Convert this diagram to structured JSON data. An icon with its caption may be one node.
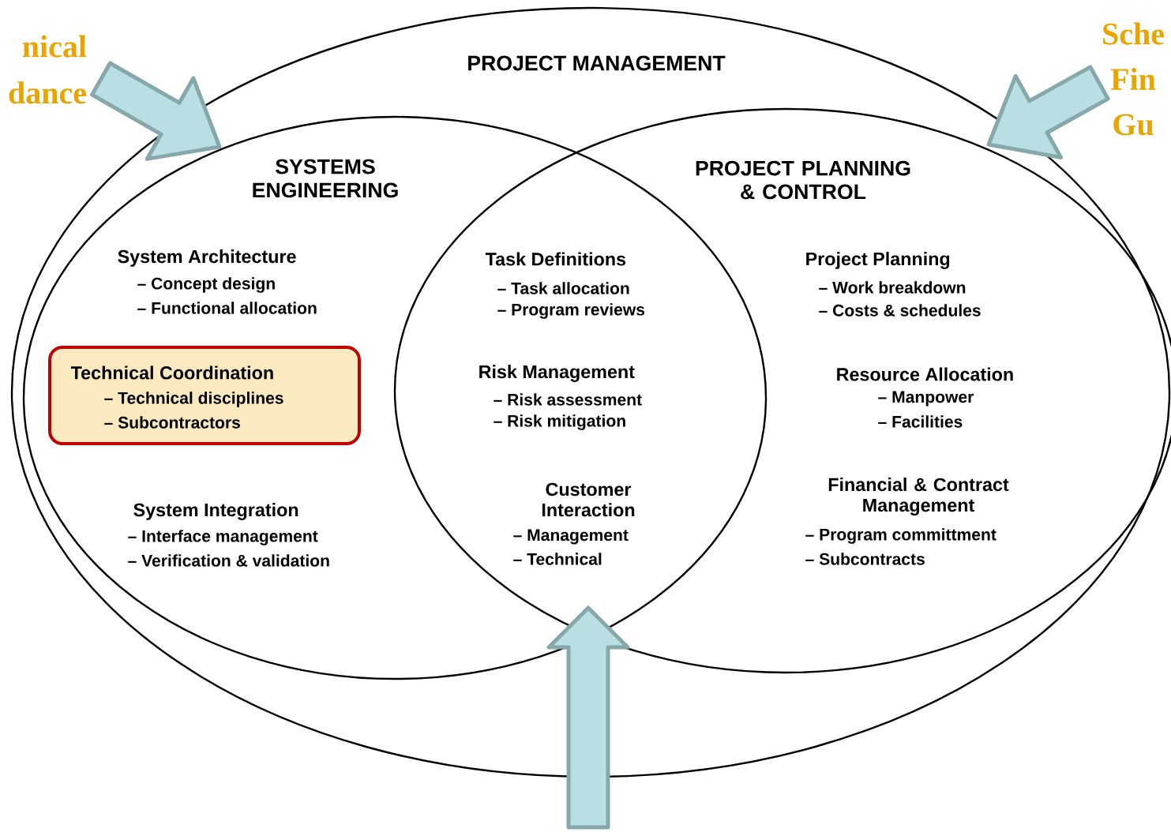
{
  "diagram": {
    "nodes": [
      {
        "text": [
          "PROJECT MANAGEMENT"
        ]
      },
      {
        "text": [
          "SYSTEMS ENGINEERING",
          "System Architecture",
          "– Concept design",
          "– Functional allocation",
          "System Integration",
          "– Interface management",
          "– Verification & validation"
        ],
        "in": 0
      },
      {
        "text": [
          "PROJECT PLANNING & CONTROL",
          "Project Planning",
          "– Work breakdown",
          "– Costs & schedules",
          "Resource Allocation",
          "– Manpower",
          "– Facilities",
          "Financial & Contract Management",
          "– Program committment",
          "– Subcontracts"
        ],
        "in": 0
      },
      {
        "text": [
          "Technical Coordination",
          "– Technical disciplines",
          "– Subcontractors"
        ],
        "in": 1
      },
      {
        "text": [
          "nical dance"
        ]
      },
      {
        "text": [
          "Sche Fin Gu"
        ]
      }
    ],
    "edges": [
      {
        "from": 4,
        "to": 1,
        "arrow": "to"
      },
      {
        "from": 5,
        "to": 2,
        "arrow": "to"
      },
      {
        "from": null,
        "to": 1,
        "arrow": "to"
      }
    ],
    "labels": [
      "Task Definitions",
      "– Task allocation",
      "– Program reviews",
      "Risk Management",
      "– Risk assessment",
      "– Risk mitigation",
      "Customer Interaction",
      "– Management",
      "– Technical"
    ]
  }
}
